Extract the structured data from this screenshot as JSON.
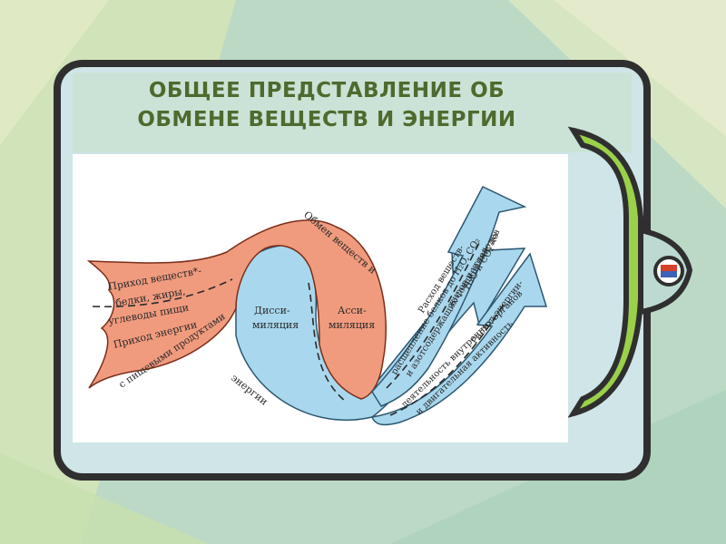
{
  "slide": {
    "title_line1": "ОБЩЕЕ ПРЕДСТАВЛЕНИЕ ОБ",
    "title_line2": "ОБМЕНЕ ВЕЩЕСТВ И ЭНЕРГИИ"
  },
  "diagram": {
    "intake_line1": "Приход веществ*-",
    "intake_line2": "белки, жиры,",
    "intake_line3": "углеводы пищи",
    "energy_intake_line1": "Приход энергии",
    "energy_intake_line2": "с пищевыми продуктами",
    "dissimilation_line1": "Дисси-",
    "dissimilation_line2": "миляция",
    "assimilation_line1": "Асси-",
    "assimilation_line2": "миляция",
    "arc_top": "Обмен веществ и",
    "arc_bottom": "энергии",
    "matter_out_line1": "Расход веществ-",
    "matter_out_line2": "расщепление белков до H₂O, CO₂",
    "matter_out_line3": "и азотсодержащих соединений, до",
    "matter_out_line4": "жиров и углеводов",
    "matter_out_line5": "H₂O и CO₂",
    "energy_out_line1": "Расход энергии-",
    "energy_out_line2": "деятельность внутренних органов",
    "energy_out_line3": "и двигательная активность"
  },
  "colors": {
    "frame": "#333333",
    "title": "#4f6a2e",
    "orange_band": "#f19b7e",
    "blue_band": "#a9d8ee",
    "clip_red": "#d6402b",
    "clip_blue": "#3a63b8"
  }
}
